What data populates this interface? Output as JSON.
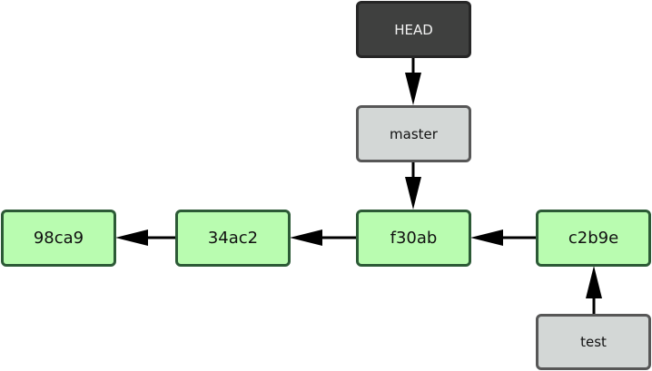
{
  "diagram": {
    "title": "Git branch pointers",
    "nodes": {
      "head": {
        "label": "HEAD",
        "kind": "head"
      },
      "master": {
        "label": "master",
        "kind": "branch"
      },
      "test": {
        "label": "test",
        "kind": "branch"
      },
      "c98ca9": {
        "label": "98ca9",
        "kind": "commit"
      },
      "c34ac2": {
        "label": "34ac2",
        "kind": "commit"
      },
      "cf30ab": {
        "label": "f30ab",
        "kind": "commit"
      },
      "cc2b9e": {
        "label": "c2b9e",
        "kind": "commit"
      }
    },
    "edges": [
      {
        "from": "HEAD",
        "to": "master"
      },
      {
        "from": "master",
        "to": "f30ab"
      },
      {
        "from": "34ac2",
        "to": "98ca9"
      },
      {
        "from": "f30ab",
        "to": "34ac2"
      },
      {
        "from": "c2b9e",
        "to": "f30ab"
      },
      {
        "from": "test",
        "to": "c2b9e"
      }
    ],
    "colors": {
      "commit_fill": "#b9fcb0",
      "commit_border": "#2c5a36",
      "branch_fill": "#d3d7d6",
      "branch_border": "#575757",
      "head_fill": "#3f403f",
      "arrow": "#000000"
    }
  }
}
